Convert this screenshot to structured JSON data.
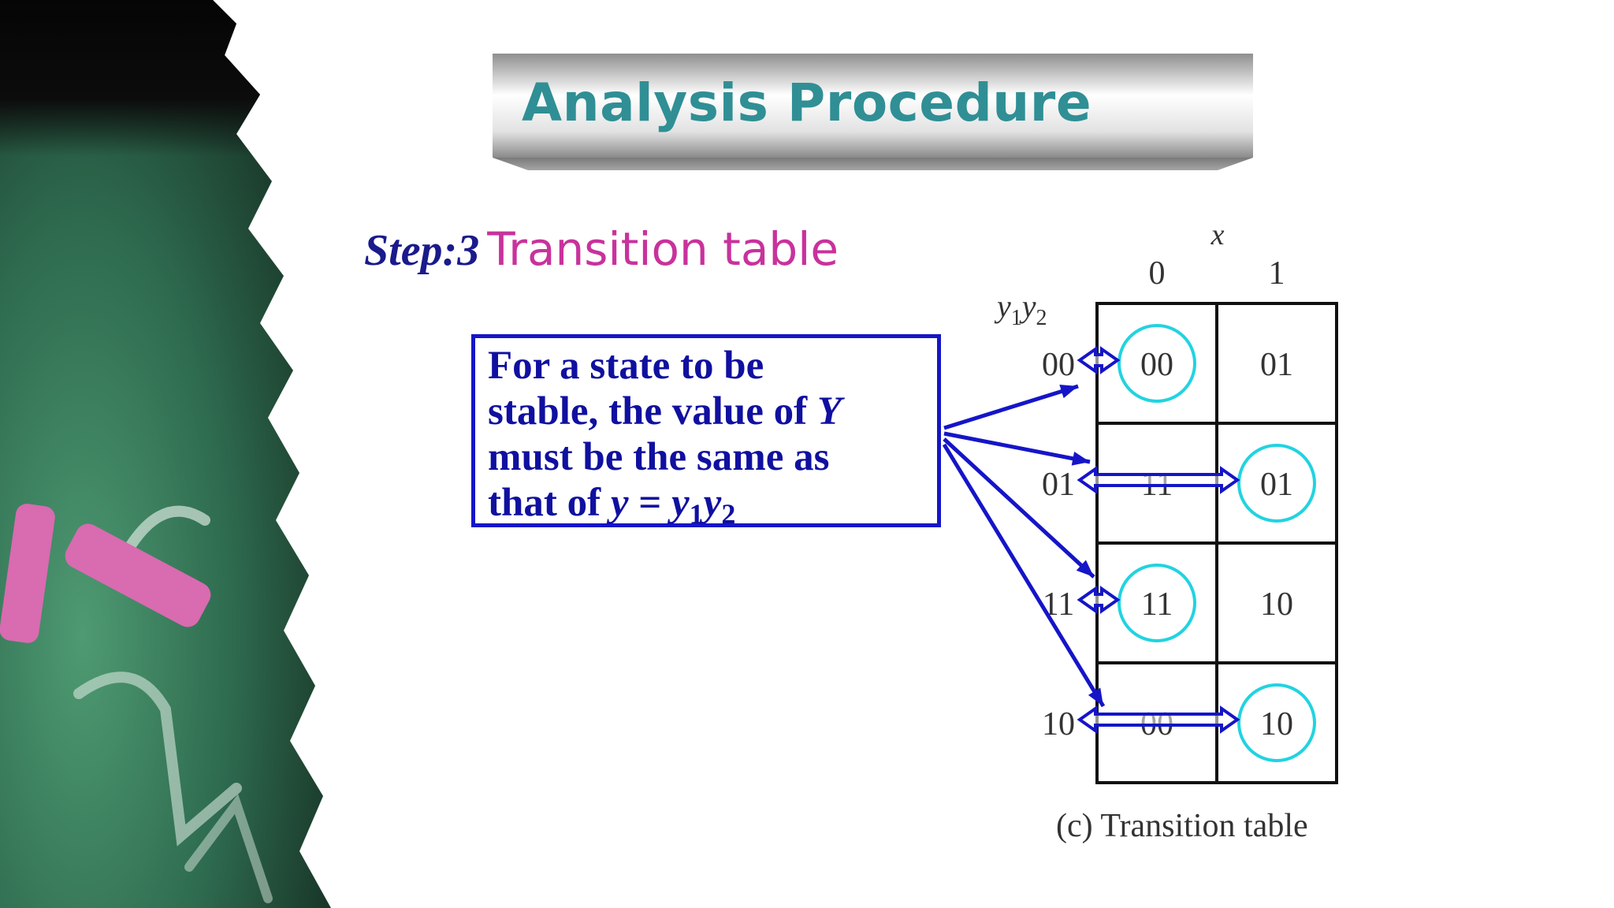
{
  "title": "Analysis Procedure",
  "step": {
    "label": "Step:3",
    "title": "Transition table"
  },
  "note": {
    "line1": "For a state to be",
    "line2_pre": "stable, the value of ",
    "line2_var": "Y",
    "line3": "must be the same as",
    "line4_pre": "that of ",
    "eq_y": "y",
    "eq_sign": " = ",
    "eq_y1": "y",
    "eq_sub1": "1",
    "eq_y2": "y",
    "eq_sub2": "2"
  },
  "table": {
    "input_var": "x",
    "columns": [
      "0",
      "1"
    ],
    "row_var": "y",
    "row_sub1": "1",
    "row_sub2": "2",
    "rows": [
      {
        "state": "00",
        "cells": [
          "00",
          "01"
        ],
        "stable": [
          true,
          false
        ]
      },
      {
        "state": "01",
        "cells": [
          "11",
          "01"
        ],
        "stable": [
          false,
          true
        ]
      },
      {
        "state": "11",
        "cells": [
          "11",
          "10"
        ],
        "stable": [
          true,
          false
        ]
      },
      {
        "state": "10",
        "cells": [
          "00",
          "10"
        ],
        "stable": [
          false,
          true
        ]
      }
    ]
  },
  "caption": "(c) Transition table",
  "colors": {
    "title": "#2f8f95",
    "step_label": "#1a1a8c",
    "step_title": "#c8329c",
    "note_border": "#1515c8",
    "arrow": "#1515c8",
    "stable_circle": "#22d3e0",
    "chalkboard": "#2e6b4f"
  }
}
